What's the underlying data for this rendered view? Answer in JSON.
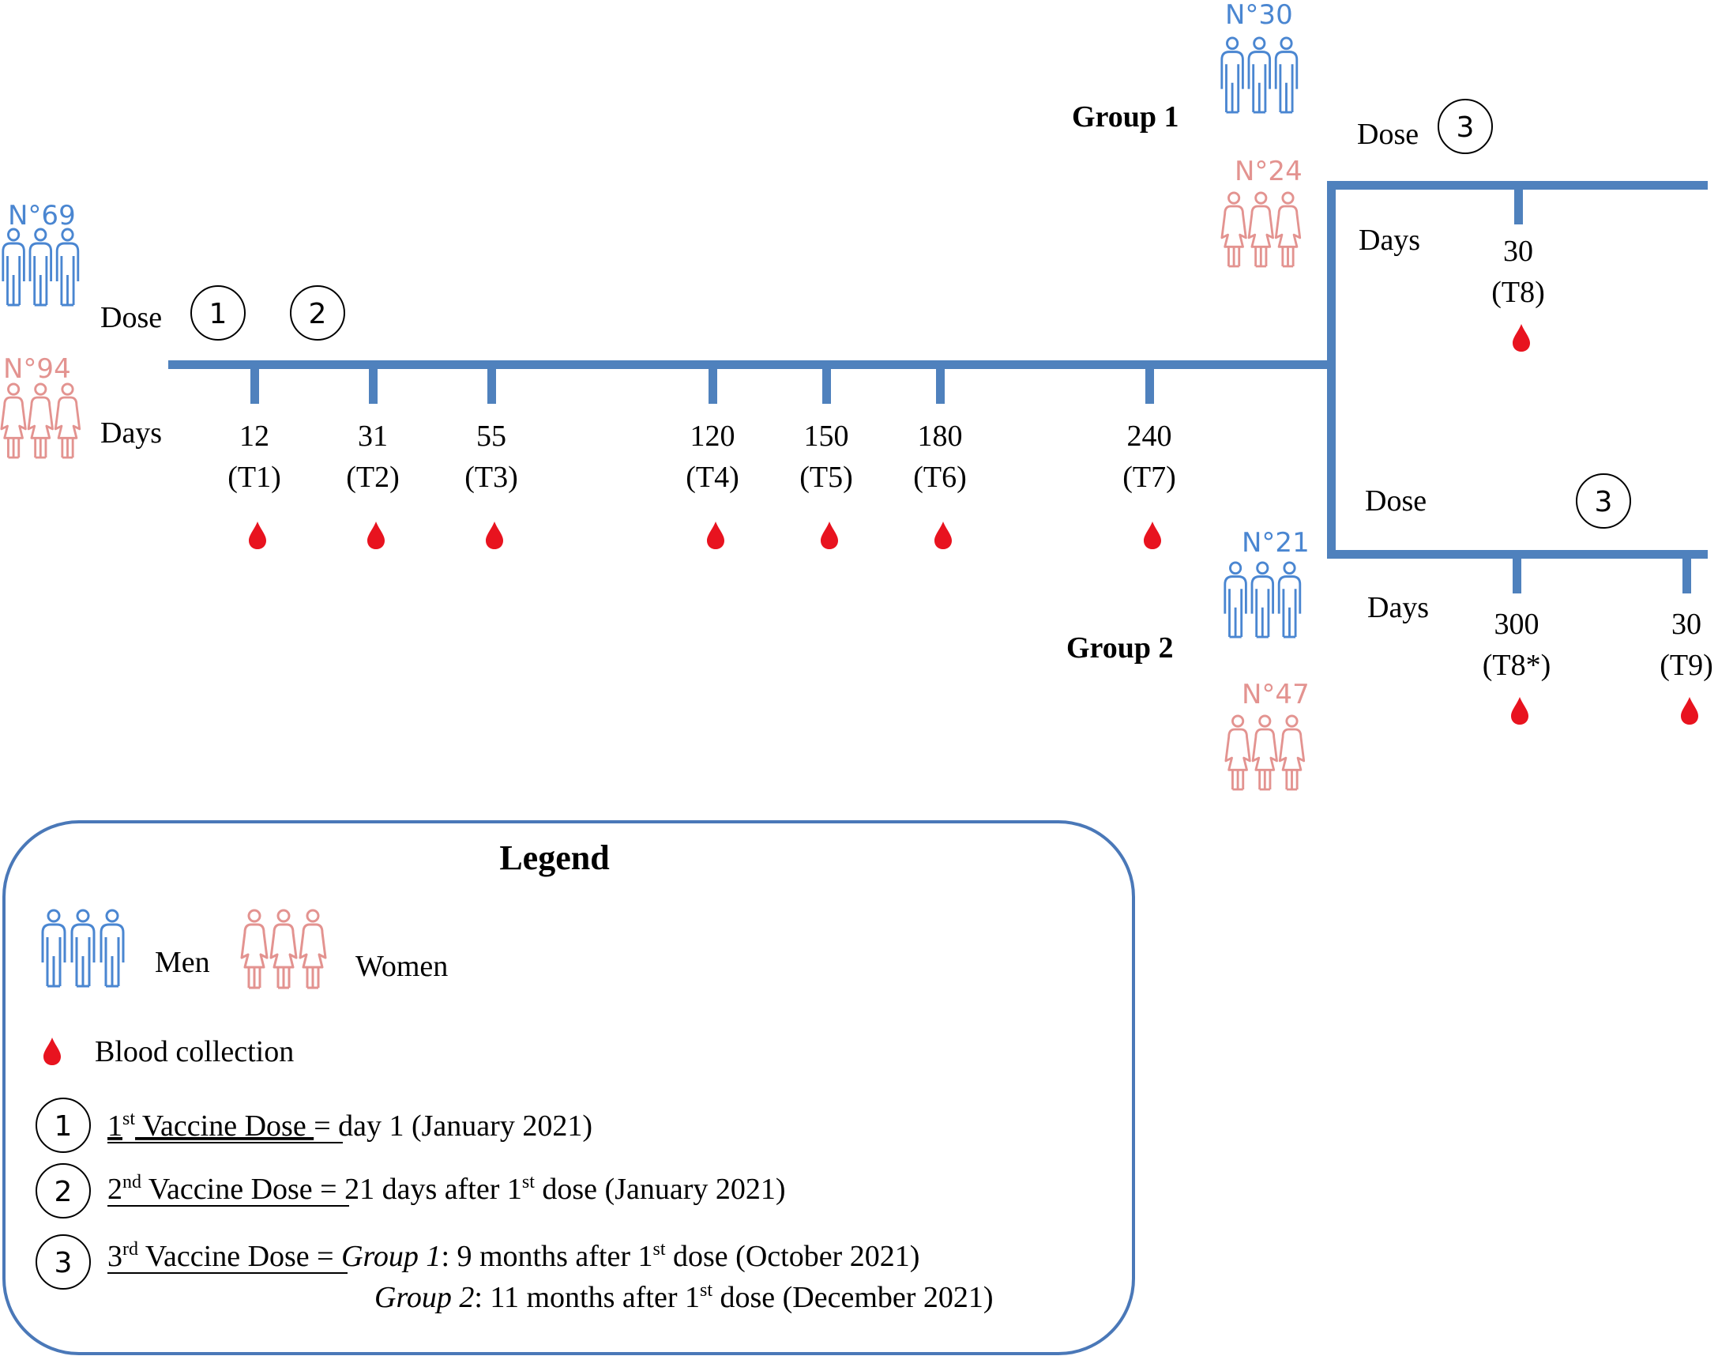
{
  "colors": {
    "line": "#4f81bd",
    "men": "#4a86d1",
    "women": "#e39390",
    "drop": "#e8131f",
    "legend_border": "#4a78b8"
  },
  "main": {
    "men_count": "N°69",
    "women_count": "N°94",
    "dose_label": "Dose",
    "days_label": "Days",
    "dose_marks": [
      "1",
      "2"
    ],
    "timepoints": [
      {
        "day": "12",
        "label": "(T1)"
      },
      {
        "day": "31",
        "label": "(T2)"
      },
      {
        "day": "55",
        "label": "(T3)"
      },
      {
        "day": "120",
        "label": "(T4)"
      },
      {
        "day": "150",
        "label": "(T5)"
      },
      {
        "day": "180",
        "label": "(T6)"
      },
      {
        "day": "240",
        "label": "(T7)"
      }
    ]
  },
  "group1": {
    "title": "Group 1",
    "men_count": "N°30",
    "women_count": "N°24",
    "dose_label": "Dose",
    "dose_mark": "3",
    "days_label": "Days",
    "timepoints": [
      {
        "day": "30",
        "label": "(T8)"
      }
    ]
  },
  "group2": {
    "title": "Group 2",
    "men_count": "N°21",
    "women_count": "N°47",
    "dose_label": "Dose",
    "dose_mark": "3",
    "days_label": "Days",
    "timepoints": [
      {
        "day": "300",
        "label": "(T8*)"
      },
      {
        "day": "30",
        "label": "(T9)"
      }
    ]
  },
  "legend": {
    "title": "Legend",
    "men": "Men",
    "women": "Women",
    "blood": "Blood collection",
    "items": [
      {
        "mark": "1",
        "num": "1",
        "sup": "st",
        "name": " Vaccine Dose ",
        "eq": "= day 1 (January 2021)"
      },
      {
        "mark": "2",
        "num": "2",
        "sup": "nd",
        "name": " Vaccine Dose ",
        "eq": "= 21 days after 1",
        "eq_sup": "st",
        "eq_tail": " dose (January 2021)"
      },
      {
        "mark": "3",
        "num": "3",
        "sup": "rd",
        "name": " Vaccine Dose ",
        "eq": "= ",
        "g1": "Group 1",
        "g1_text": ": 9 months after 1",
        "g1_sup": "st",
        "g1_tail": " dose (October 2021)",
        "g2": "Group 2",
        "g2_text": ": 11 months after 1",
        "g2_sup": "st",
        "g2_tail": " dose (December 2021)"
      }
    ]
  }
}
